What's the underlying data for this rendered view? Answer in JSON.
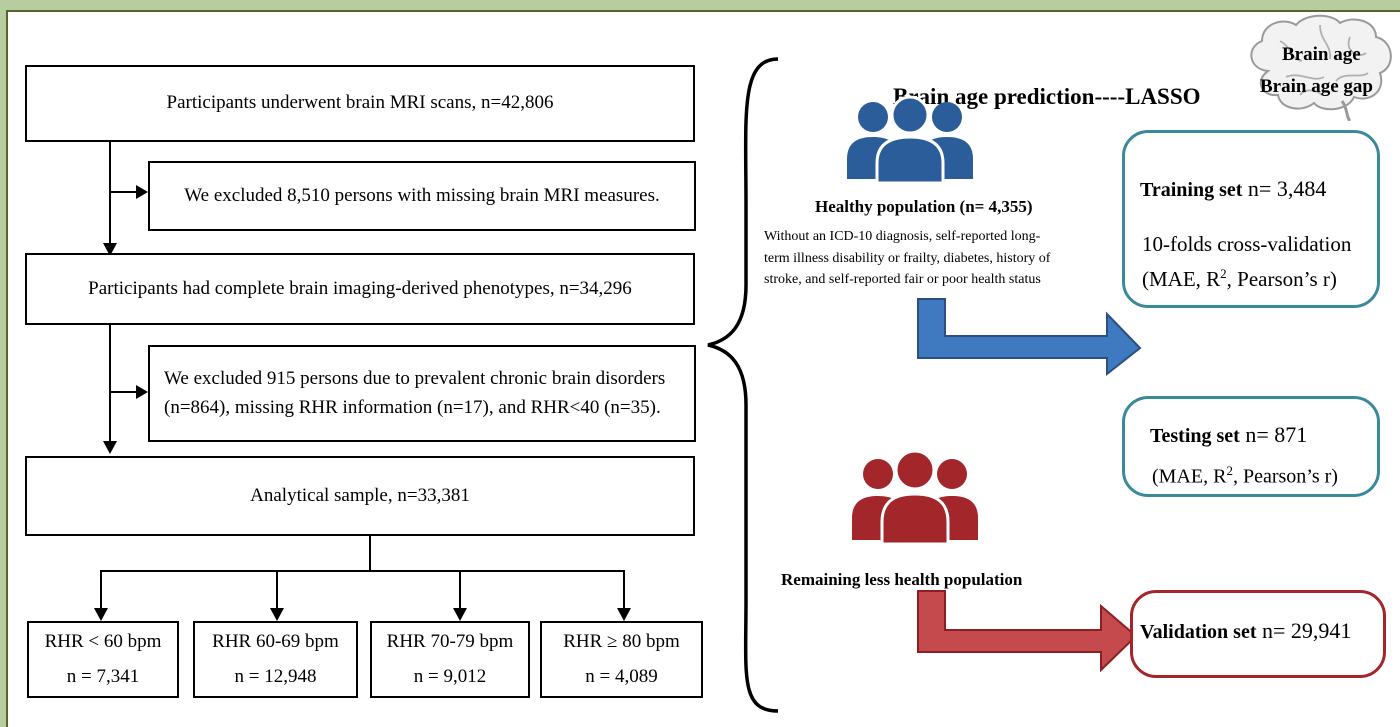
{
  "flow": {
    "box1": "Participants underwent brain MRI scans, n=42,806",
    "excl1": "We excluded 8,510 persons with missing brain MRI measures.",
    "box2": "Participants had complete brain imaging-derived phenotypes, n=34,296",
    "excl2_line1": "We excluded 915 persons due to prevalent chronic brain disorders",
    "excl2_line2": "(n=864), missing RHR information (n=17), and RHR<40 (n=35).",
    "box3": "Analytical sample, n=33,381",
    "groups": [
      {
        "label": "RHR < 60 bpm",
        "n": "n = 7,341"
      },
      {
        "label": "RHR 60-69 bpm",
        "n": "n = 12,948"
      },
      {
        "label": "RHR 70-79 bpm",
        "n": "n = 9,012"
      },
      {
        "label": "RHR ≥ 80 bpm",
        "n": "n = 4,089"
      }
    ]
  },
  "right": {
    "title": "Brain age prediction----LASSO",
    "brain_line1": "Brain age",
    "brain_line2": "Brain age gap",
    "healthy_title": "Healthy population (n= 4,355)",
    "healthy_desc": [
      "Without an ICD-10 diagnosis, self-reported long-",
      "term illness disability or frailty, diabetes, history of",
      "stroke, and self-reported fair or poor health status"
    ],
    "remaining": "Remaining less health population",
    "training_label": "Training set",
    "training_n": " n= 3,484",
    "training_cv": "10-folds cross-validation",
    "training_metrics_a": "(MAE, R",
    "sup2": "2",
    "training_metrics_b": ", Pearson’s r)",
    "testing_label": "Testing set",
    "testing_n": " n= 871",
    "testing_metrics_a": "(MAE, R",
    "testing_metrics_b": ", Pearson’s r)",
    "validation_label": "Validation set",
    "validation_n": " n= 29,941"
  },
  "colors": {
    "blue_people": "#2a5d9a",
    "red_people": "#a3262b",
    "teal_border": "#3b8a9c",
    "red_border": "#a3262b"
  }
}
